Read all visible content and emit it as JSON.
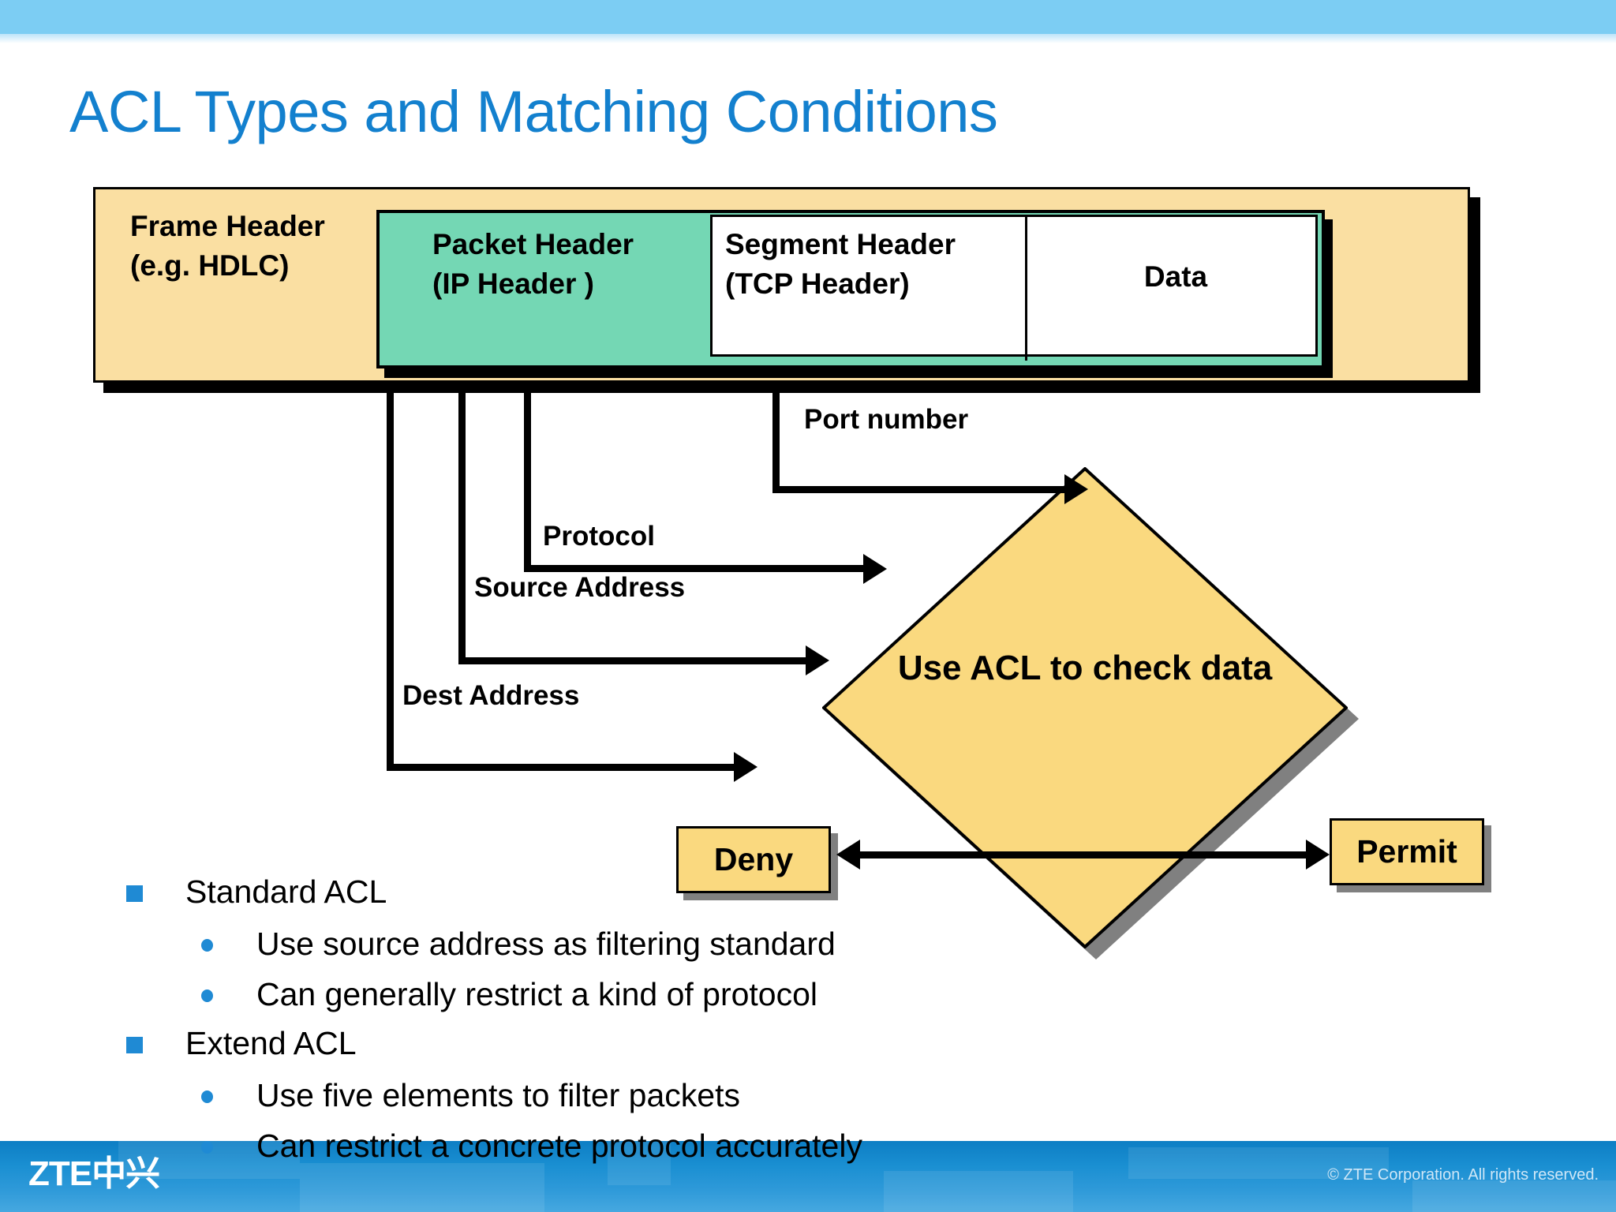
{
  "slide": {
    "title": "ACL Types and Matching Conditions",
    "title_color": "#1380ce",
    "band_color": "#7ccdf3"
  },
  "packet_diagram": {
    "frame_header": "Frame Header\n(e.g. HDLC)",
    "packet_header": "Packet Header\n(IP Header )",
    "segment_header": "Segment Header\n(TCP Header)",
    "data": "Data",
    "frame_fill": "#fadfa2",
    "packet_fill": "#74d7b4",
    "segment_fill": "#ffffff"
  },
  "connectors": {
    "port_number": "Port number",
    "protocol": "Protocol",
    "source_address": "Source Address",
    "dest_address": "Dest Address"
  },
  "decision": {
    "label": "Use ACL to check data",
    "fill": "#fad97f"
  },
  "outcomes": {
    "deny": "Deny",
    "permit": "Permit",
    "fill": "#fad97f"
  },
  "bullets": [
    {
      "level1": "Standard ACL",
      "children": [
        "Use source address as filtering standard",
        "Can generally restrict a kind of protocol"
      ]
    },
    {
      "level1": "Extend ACL",
      "children": [
        "Use five elements to filter packets",
        "Can restrict a concrete protocol accurately"
      ]
    }
  ],
  "bullet_color": "#1f8ad4",
  "footer": {
    "logo": "ZTE中兴",
    "copyright": "© ZTE Corporation. All rights reserved."
  }
}
